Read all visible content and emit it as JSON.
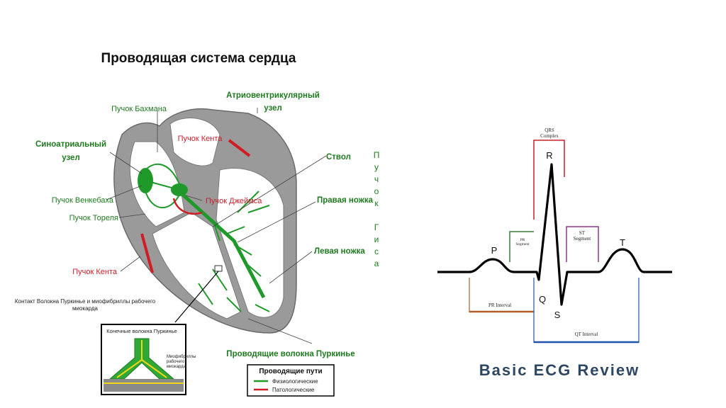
{
  "heart": {
    "title": "Проводящая система сердца",
    "labels": {
      "bachmann": "Пучок Бахмана",
      "av_node_1": "Атриовентрикулярный",
      "av_node_2": "узел",
      "kent_top": "Пучок Кента",
      "sa_node_1": "Синоатриальный",
      "sa_node_2": "узел",
      "wenckebach": "Пучок Венкебаха",
      "thorel": "Пучок Тореля",
      "james": "Пучок Джеймса",
      "trunk": "Ствол",
      "right_leg": "Правая ножка",
      "left_leg": "Левая ножка",
      "kent_bottom": "Пучок Кента",
      "purkinje": "Проводящие волокна Пуркинье",
      "his_vertical": [
        "П",
        "у",
        "ч",
        "о",
        "к",
        "",
        "Г",
        "и",
        "с",
        "а"
      ]
    },
    "inset": {
      "caption_1": "Контакт Волокна Пуркинье и миофибриллы рабочего",
      "caption_2": "миокарда",
      "end_fibers": "Конечные волокна Пуркинье",
      "myofibril_1": "Миофибриллы",
      "myofibril_2": "рабочего",
      "myofibril_3": "миокарда"
    },
    "legend": {
      "title": "Проводящие пути",
      "items": [
        {
          "label": "Физиологические",
          "color": "#1f9a2a"
        },
        {
          "label": "Патологические",
          "color": "#d01c24"
        }
      ]
    }
  },
  "ecg": {
    "title": "Basic ECG Review",
    "waves": {
      "p": "P",
      "q": "Q",
      "r": "R",
      "s": "S",
      "t": "T"
    },
    "qrs_1": "QRS",
    "qrs_2": "Complex",
    "pr_segment_1": "PR",
    "pr_segment_2": "Segment",
    "st_segment_1": "ST",
    "st_segment_2": "Segment",
    "pr_interval": "PR Interval",
    "qt_interval": "QT Interval",
    "colors": {
      "qrs": "#c8202a",
      "pr_segment": "#3d7a3d",
      "st_segment": "#8b3a8b",
      "pr_interval": "#b0602e",
      "qt_interval": "#2255aa",
      "title": "#2d4661"
    }
  }
}
